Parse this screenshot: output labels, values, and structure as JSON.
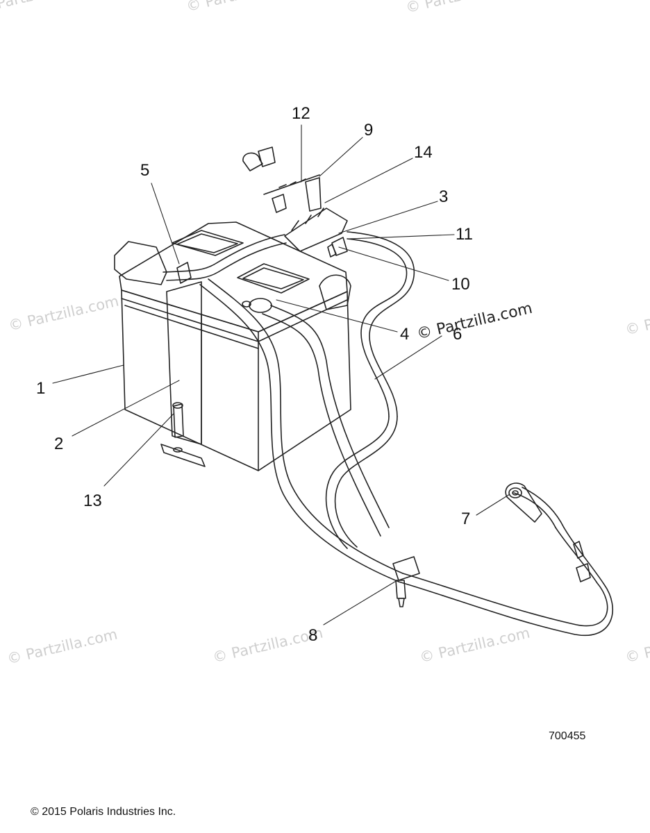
{
  "callouts": [
    "1",
    "2",
    "3",
    "4",
    "5",
    "6",
    "7",
    "8",
    "9",
    "10",
    "11",
    "12",
    "13",
    "14"
  ],
  "watermark": "© Partzilla.com",
  "watermark_partial": "© P",
  "copyright": "© 2015 Polaris Industries Inc.",
  "figure_id": "700455"
}
